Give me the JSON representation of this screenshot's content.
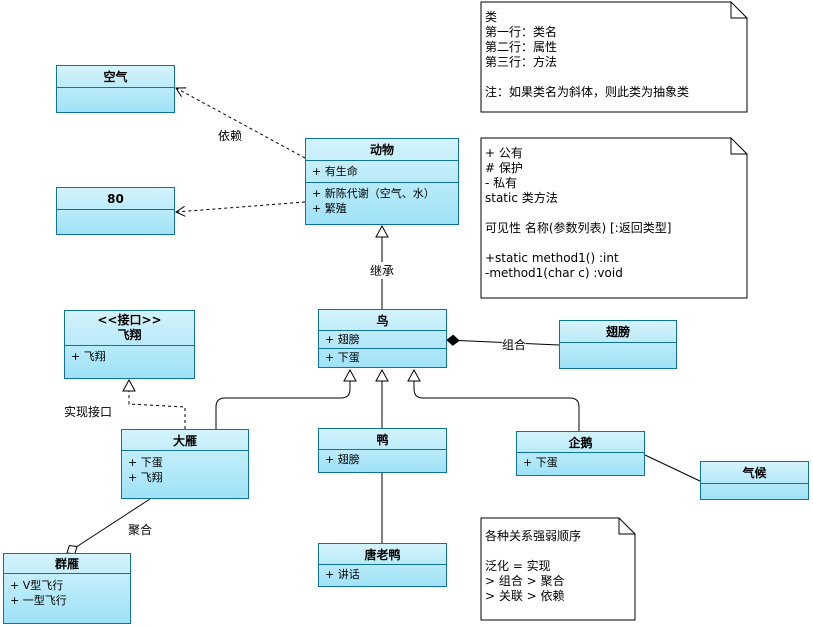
{
  "classes": {
    "air": {
      "name": "空气",
      "attrs": [],
      "methods": []
    },
    "c80": {
      "name": "80",
      "attrs": [],
      "methods": []
    },
    "animal": {
      "name": "动物",
      "attrs": [
        "+ 有生命"
      ],
      "methods": [
        "+ 新陈代谢（空气、水）",
        "+ 繁殖"
      ]
    },
    "bird": {
      "name": "鸟",
      "attrs": [
        "+ 翅膀"
      ],
      "methods": [
        "+ 下蛋"
      ]
    },
    "wing": {
      "name": "翅膀",
      "attrs": [],
      "methods": []
    },
    "fly": {
      "stereotype": "<<接口>>",
      "name": "飞翔",
      "methods": [
        "+ 飞翔"
      ]
    },
    "goose": {
      "name": "大雁",
      "methods": [
        "+ 下蛋",
        "+ 飞翔"
      ]
    },
    "duck": {
      "name": "鸭",
      "methods": [
        "+ 翅膀"
      ]
    },
    "penguin": {
      "name": "企鹅",
      "methods": [
        "+ 下蛋"
      ]
    },
    "climate": {
      "name": "气候",
      "attrs": [],
      "methods": []
    },
    "donald": {
      "name": "唐老鸭",
      "methods": [
        "+ 讲话"
      ]
    },
    "flock": {
      "name": "群雁",
      "methods": [
        "+ V型飞行",
        "+ 一型飞行"
      ]
    }
  },
  "relations": {
    "dependency": "依赖",
    "inheritance": "继承",
    "composition": "组合",
    "realization": "实现接口",
    "aggregation": "聚合"
  },
  "notes": {
    "legend": [
      "类",
      "第一行：类名",
      "第二行：属性",
      "第三行：方法",
      "",
      "注：如果类名为斜体，则此类为抽象类"
    ],
    "visibility": [
      "+ 公有",
      "# 保护",
      "- 私有",
      "static 类方法",
      "",
      "可见性 名称(参数列表) [:返回类型]",
      "",
      "+static method1() :int",
      "-method1(char c) :void"
    ],
    "strength": [
      "各种关系强弱顺序",
      "",
      "泛化 = 实现",
      "> 组合 > 聚合",
      "> 关联 > 依赖"
    ]
  }
}
